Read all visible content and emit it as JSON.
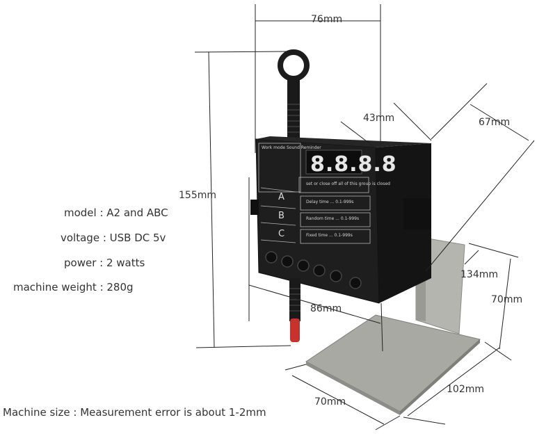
{
  "specs": {
    "model": "model : A2 and ABC",
    "voltage": "voltage :  USB DC 5v",
    "power": "power : 2 watts",
    "weight": "machine weight : 280g"
  },
  "dimensions": {
    "width_top": "76mm",
    "height": "155mm",
    "depth_small": "43mm",
    "depth_large": "67mm",
    "stand_depth": "134mm",
    "stand_height": "70mm",
    "stand_width": "86mm",
    "base_front": "70mm",
    "base_side": "102mm"
  },
  "display": {
    "digits": "8.8.8.8"
  },
  "panel": {
    "labels": [
      "A",
      "B",
      "C"
    ]
  },
  "caption": "Machine size : Measurement error is about 1-2mm",
  "colors": {
    "device_body": "#1c1c1c",
    "stand_metal": "#a7a7a2",
    "tip_red": "#c8322d",
    "dimension_line": "#222222",
    "text": "#333333"
  }
}
